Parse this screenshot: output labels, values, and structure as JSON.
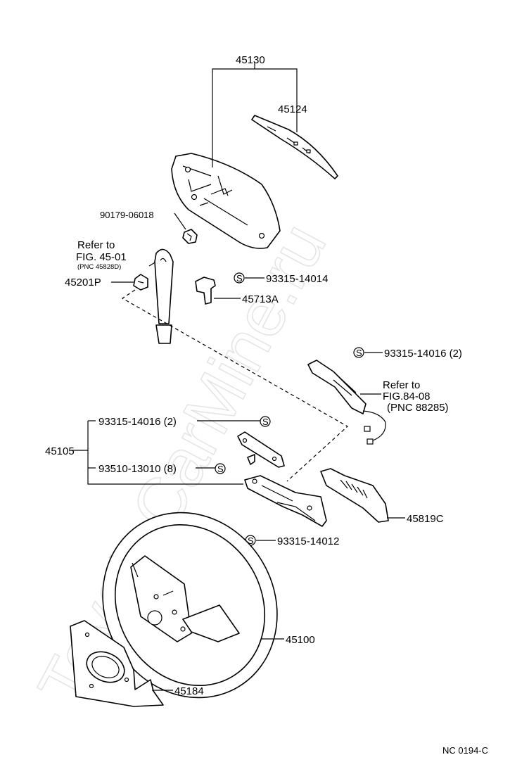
{
  "watermark": "ToyotaCarMine.ru",
  "labels": {
    "p45130": "45130",
    "p45124": "45124",
    "p90179": "90179-06018",
    "refer1_line1": "Refer to",
    "refer1_line2": "FIG. 45-01",
    "refer1_line3": "(PNC 45828D)",
    "p45201P": "45201P",
    "s93315_14014": "93315-14014",
    "p45713A": "45713A",
    "s93315_14016_right": "93315-14016 (2)",
    "refer2_line1": "Refer to",
    "refer2_line2": "FIG.84-08",
    "refer2_line3": "(PNC 88285)",
    "s93315_14016_left": "93315-14016 (2)",
    "p45105": "45105",
    "s93510_13010": "93510-13010 (8)",
    "p45819C": "45819C",
    "s93315_14012": "93315-14012",
    "p45100": "45100",
    "p45184": "45184",
    "footer_code": "NC  0194-C",
    "s_mark": "S"
  }
}
